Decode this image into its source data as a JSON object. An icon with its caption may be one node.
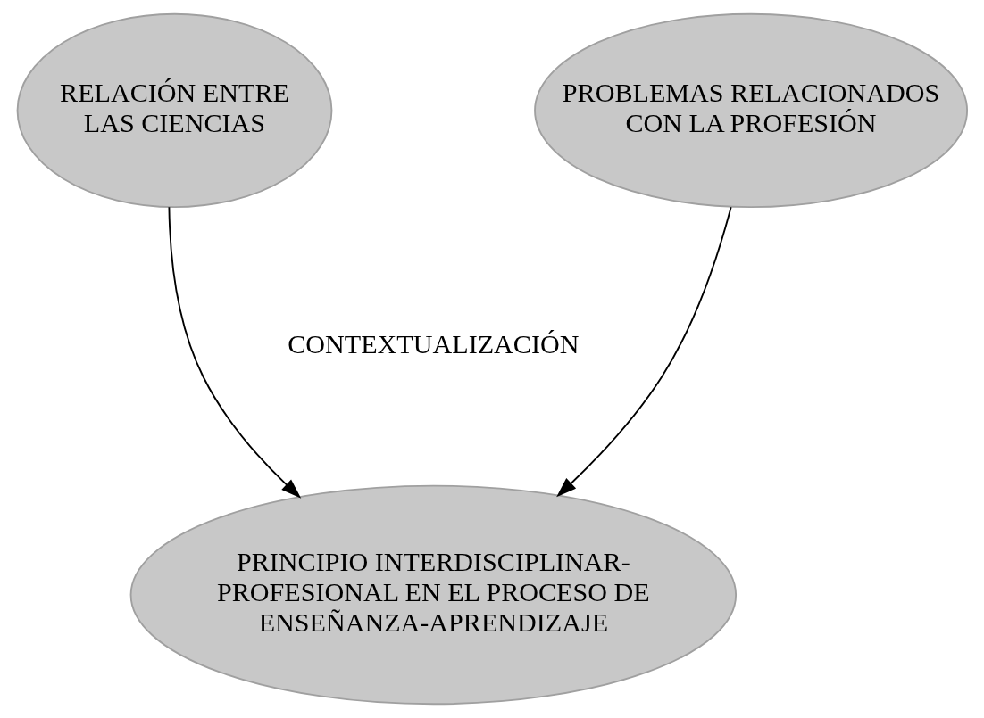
{
  "diagram": {
    "nodes": [
      {
        "text": [
          "RELACIÓN ENTRE LAS CIENCIAS"
        ]
      },
      {
        "text": [
          "PROBLEMAS RELACIONADOS CON LA PROFESIÓN"
        ]
      },
      {
        "text": [
          "PRINCIPIO INTERDISCIPLINAR-PROFESIONAL EN EL PROCESO DE ENSEÑANZA-APRENDIZAJE"
        ]
      }
    ],
    "edges": [
      {
        "from": 0,
        "to": 2,
        "arrow": "to"
      },
      {
        "from": 1,
        "to": 2,
        "arrow": "to"
      }
    ],
    "labels": [
      "CONTEXTUALIZACIÓN"
    ]
  }
}
